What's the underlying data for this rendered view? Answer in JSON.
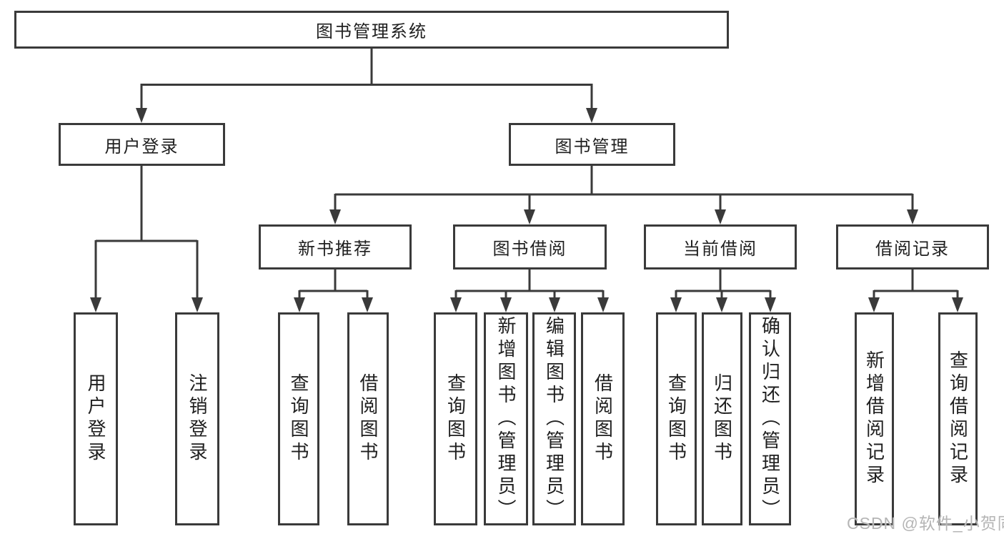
{
  "colors": {
    "line": "#3a3a3a",
    "text": "#1f1f1f",
    "watermark": "#b5b5b5",
    "background": "#ffffff"
  },
  "tree": {
    "root": "图书管理系统",
    "branches": [
      {
        "label": "用户登录",
        "children": [
          "用户登录",
          "注销登录"
        ]
      },
      {
        "label": "图书管理",
        "groups": [
          {
            "label": "新书推荐",
            "children": [
              "查询图书",
              "借阅图书"
            ]
          },
          {
            "label": "图书借阅",
            "children": [
              "查询图书",
              "新增图书（管理员）",
              "编辑图书（管理员）",
              "借阅图书"
            ]
          },
          {
            "label": "当前借阅",
            "children": [
              "查询图书",
              "归还图书",
              "确认归还（管理员）"
            ]
          },
          {
            "label": "借阅记录",
            "children": [
              "新增借阅记录",
              "查询借阅记录"
            ]
          }
        ]
      }
    ]
  },
  "watermark": {
    "text": "CSDN @软件_小贺同学"
  }
}
